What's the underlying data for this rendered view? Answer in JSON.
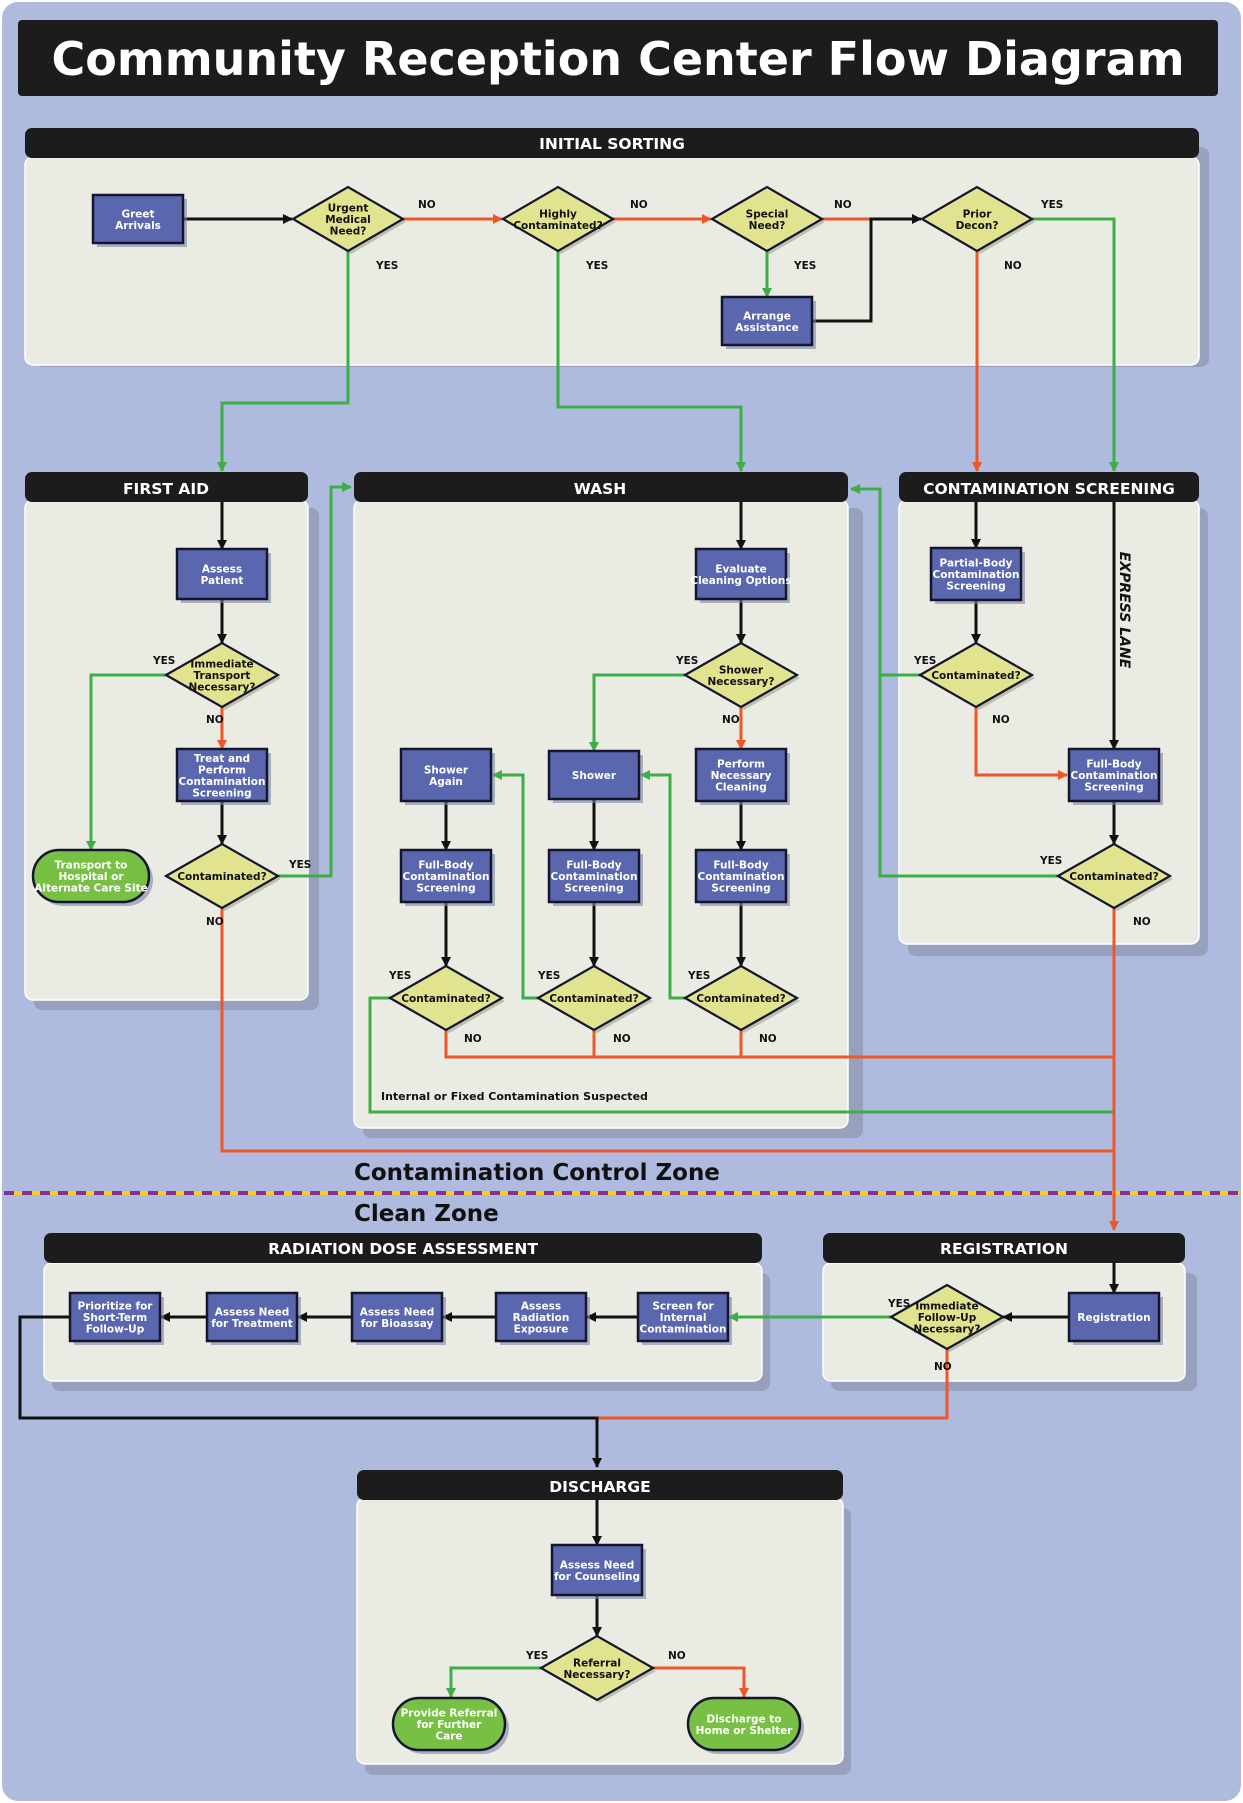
{
  "title": "Community Reception Center Flow Diagram",
  "sections": {
    "initial_sorting": "INITIAL SORTING",
    "first_aid": "FIRST AID",
    "wash": "WASH",
    "contamination_screening": "CONTAMINATION SCREENING",
    "radiation_dose_assessment": "RADIATION DOSE ASSESSMENT",
    "registration": "REGISTRATION",
    "discharge": "DISCHARGE"
  },
  "zones": {
    "control": "Contamination Control Zone",
    "clean": "Clean Zone"
  },
  "express_lane": "EXPRESS LANE",
  "wash_note": "Internal or Fixed Contamination Suspected",
  "yes_label": "YES",
  "no_label": "NO",
  "colors": {
    "background": "#aebbdf",
    "panel": "#eaece3",
    "header": "#1c1c1c",
    "process_box": "#5a66ad",
    "decision": "#e2e38f",
    "terminal": "#78c044",
    "yes_arrow": "#3dad48",
    "no_arrow": "#ee5729",
    "neutral_arrow": "#111111",
    "zone_divider_1": "#8b2f8f",
    "zone_divider_2": "#f2d21b"
  },
  "nodes": {
    "greet": "Greet Arrivals",
    "urgent": "Urgent Medical Need?",
    "highly": "Highly Contaminated?",
    "special": "Special Need?",
    "arrange": "Arrange Assistance",
    "prior": "Prior Decon?",
    "assess_patient": "Assess Patient",
    "immediate_transport": "Immediate Transport Necessary?",
    "treat": "Treat and Perform Contamination Screening",
    "transport": "Transport to Hospital or Alternate Care Site",
    "fa_contaminated": "Contaminated?",
    "evaluate": "Evaluate Cleaning Options",
    "shower_necessary": "Shower Necessary?",
    "perform_cleaning": "Perform Necessary Cleaning",
    "shower": "Shower",
    "shower_again": "Shower Again",
    "fb1": "Full-Body Contamination Screening",
    "fb2": "Full-Body Contamination Screening",
    "fb3": "Full-Body Contamination Screening",
    "w_cont1": "Contaminated?",
    "w_cont2": "Contaminated?",
    "w_cont3": "Contaminated?",
    "partial_body": "Partial-Body Contamination Screening",
    "cs_contaminated": "Contaminated?",
    "cs_full_body": "Full-Body Contamination Screening",
    "cs_contaminated2": "Contaminated?",
    "registration": "Registration",
    "imm_followup": "Immediate Follow-Up Necessary?",
    "screen_internal": "Screen for Internal Contamination",
    "assess_radiation": "Assess Radiation Exposure",
    "assess_bioassay": "Assess Need for Bioassay",
    "assess_treatment": "Assess Need for Treatment",
    "prioritize": "Prioritize for Short-Term Follow-Up",
    "counseling": "Assess Need for Counseling",
    "referral": "Referral Necessary?",
    "provide_referral": "Provide Referral for Further Care",
    "discharge_home": "Discharge to Home or Shelter"
  }
}
